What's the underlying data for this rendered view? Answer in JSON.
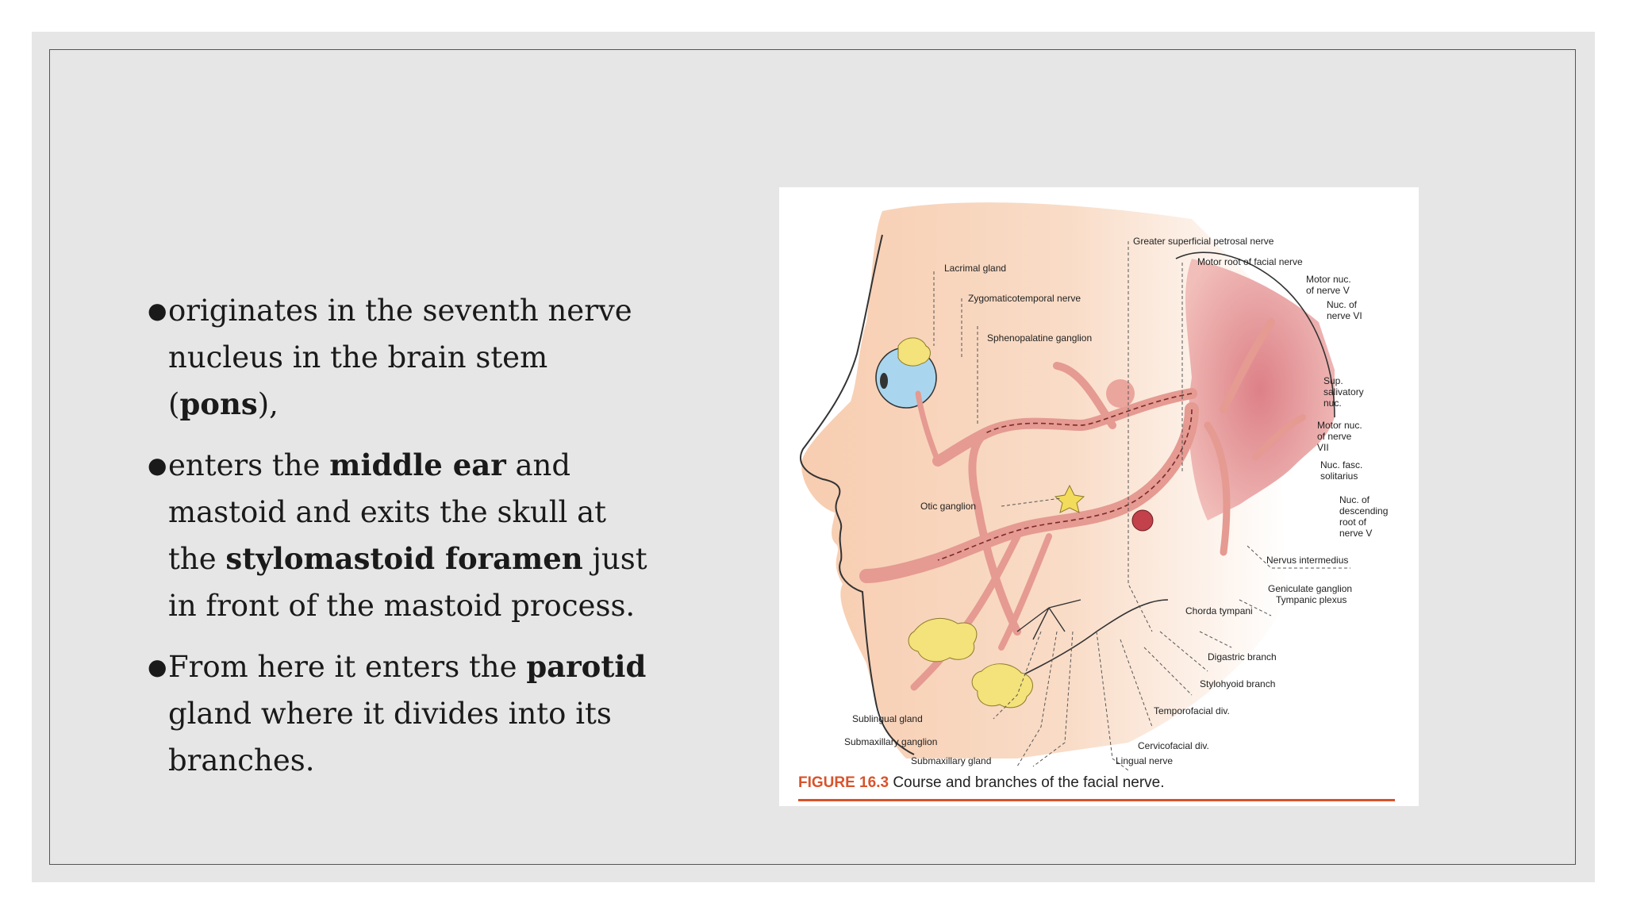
{
  "bullets": [
    {
      "parts": [
        "originates in the seventh nerve nucleus in the brain stem (",
        "pons",
        "),"
      ]
    },
    {
      "parts": [
        "enters the ",
        "middle ear",
        " and mastoid and exits the skull at the ",
        "stylomastoid foramen",
        " just in front of the mastoid process."
      ]
    },
    {
      "parts": [
        "From here it enters the ",
        "parotid",
        " gland where it divides into its branches."
      ]
    }
  ],
  "figure": {
    "caption_number": "FIGURE 16.3",
    "caption_text": " Course and branches of the facial nerve.",
    "labels": {
      "greater_superficial_petrosal": "Greater superficial petrosal nerve",
      "motor_root": "Motor root of facial nerve",
      "motor_nuc_v_1": "Motor nuc.",
      "motor_nuc_v_2": "of nerve V",
      "nuc_vi_1": "Nuc. of",
      "nuc_vi_2": "nerve VI",
      "lacrimal_gland": "Lacrimal gland",
      "zygomaticotemporal": "Zygomaticotemporal nerve",
      "sphenopalatine": "Sphenopalatine ganglion",
      "sup_salivatory_1": "Sup.",
      "sup_salivatory_2": "salivatory",
      "sup_salivatory_3": "nuc.",
      "motor_nuc_vii_1": "Motor nuc.",
      "motor_nuc_vii_2": "of nerve",
      "motor_nuc_vii_3": "VII",
      "nuc_fasc_1": "Nuc. fasc.",
      "nuc_fasc_2": "solitarius",
      "otic_ganglion": "Otic ganglion",
      "nuc_desc_1": "Nuc. of",
      "nuc_desc_2": "descending",
      "nuc_desc_3": "root of",
      "nuc_desc_4": "nerve V",
      "nervus_intermedius": "Nervus intermedius",
      "geniculate": "Geniculate ganglion",
      "tympanic": "Tympanic plexus",
      "chorda_tympani": "Chorda tympani",
      "digastric": "Digastric branch",
      "stylohyoid": "Stylohyoid branch",
      "temporofacial": "Temporofacial div.",
      "sublingual_gland": "Sublingual gland",
      "submaxillary_ganglion": "Submaxillary ganglion",
      "cervicofacial": "Cervicofacial div.",
      "submaxillary_gland": "Submaxillary gland",
      "lingual_nerve": "Lingual nerve"
    }
  },
  "colors": {
    "slide_bg": "#e6e6e6",
    "caption_accent": "#d9532b",
    "skin": "#f5c9a9",
    "nerve": "#e59a92"
  }
}
